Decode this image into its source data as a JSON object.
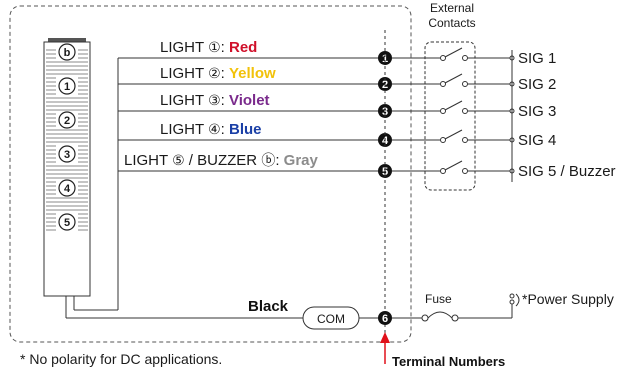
{
  "lights": [
    {
      "prefix": "LIGHT ",
      "circ": "①",
      "sep": ": ",
      "color_name": "Red",
      "color": "#d0102a",
      "terminal": "1",
      "sig": "SIG 1"
    },
    {
      "prefix": "LIGHT ",
      "circ": "②",
      "sep": ": ",
      "color_name": "Yellow",
      "color": "#f2c20a",
      "terminal": "2",
      "sig": "SIG 2"
    },
    {
      "prefix": "LIGHT ",
      "circ": "③",
      "sep": ": ",
      "color_name": "Violet",
      "color": "#7a2a8c",
      "terminal": "3",
      "sig": "SIG 3"
    },
    {
      "prefix": "LIGHT ",
      "circ": "④",
      "sep": ": ",
      "color_name": "Blue",
      "color": "#1a3fa6",
      "terminal": "4",
      "sig": "SIG 4"
    },
    {
      "prefix": "LIGHT ",
      "circ": "⑤",
      "sep": " / BUZZER ",
      "circ2": "ⓑ",
      "sep2": ": ",
      "color_name": "Gray",
      "color": "#8c8c8c",
      "terminal": "5",
      "sig": "SIG 5 / Buzzer"
    }
  ],
  "tower_labels": [
    "b",
    "1",
    "2",
    "3",
    "4",
    "5"
  ],
  "external_contacts": "External\nContacts",
  "black_label": "Black",
  "com_label": "COM",
  "com_terminal": "6",
  "fuse_label": "Fuse",
  "power_supply": "*Power Supply",
  "footnote": "* No polarity for DC applications.",
  "terminal_numbers": "Terminal Numbers",
  "colors": {
    "line": "#333333",
    "terminal_fill": "#111111",
    "arrow": "#e0101a",
    "dashed_box": "#555555"
  }
}
